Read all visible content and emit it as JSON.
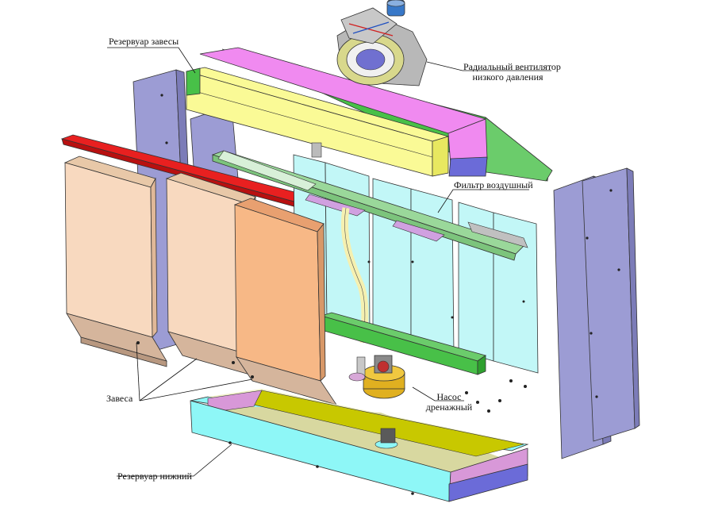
{
  "labels": {
    "reservoir_curtain": "Резервуар завесы",
    "fan_line1": "Радиальный вентилятор",
    "fan_line2": "низкого давления",
    "air_filter": "Фильтр воздушный",
    "pump_line1": "Насос",
    "pump_line2": "дренажный",
    "curtains": "Завеса",
    "reservoir_lower": "Резервуар нижний"
  },
  "colors": {
    "side_panel": "#9c9cd4",
    "curtain_light": "#f8d9bf",
    "curtain_dark": "#f7b886",
    "curtain_base": "#d5b59c",
    "magenta": "#f08af0",
    "yellow": "#fafa96",
    "green": "#48c048",
    "green_light": "#9ad89a",
    "red": "#e82020",
    "cyan_panel": "#c2f7f7",
    "tray_cyan": "#8ef7f7",
    "tray_olive": "#c8c800",
    "tray_pink": "#d898d8",
    "fan_body": "#b8b8b8",
    "fan_blue": "#3878c8"
  }
}
